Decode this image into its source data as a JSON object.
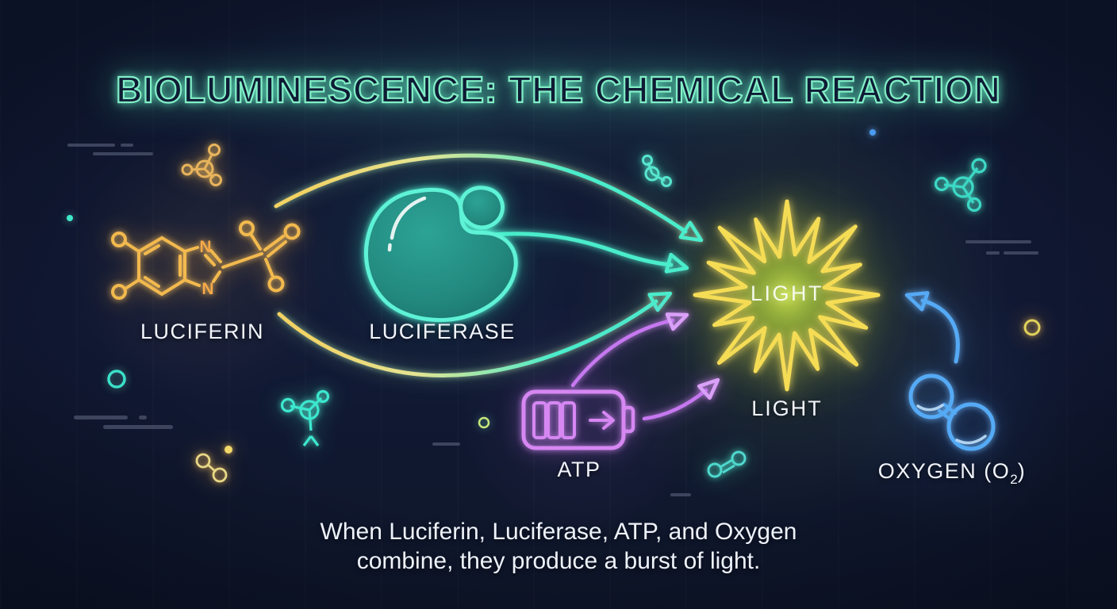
{
  "title": "BIOLUMINESCENCE: THE CHEMICAL REACTION",
  "labels": {
    "luciferin": "LUCIFERIN",
    "luciferase": "LUCIFERASE",
    "atp": "ATP",
    "oxygen_prefix": "OXYGEN (O",
    "oxygen_sub": "2",
    "oxygen_suffix": ")",
    "light_center": "LIGHT",
    "light_below": "LIGHT"
  },
  "molecule": {
    "nitrogen": "N"
  },
  "caption": {
    "line1": "When Luciferin, Luciferase, ATP, and Oxygen",
    "line2": "combine, they produce a burst of light."
  },
  "colors": {
    "background": "#111a33",
    "title_neon": "#82eec6",
    "luciferin_amber": "#f2b94e",
    "luciferase_teal_stroke": "#5ef2d6",
    "luciferase_teal_fill": "#238a81",
    "atp_purple": "#d687f2",
    "oxygen_blue": "#55aaf5",
    "burst_yellow": "#f5dc55",
    "burst_core_green": "#b4cf3e",
    "arrow_teal": "#4aeccb",
    "arrow_purple": "#c678f0",
    "label_white": "#f2f5fc"
  }
}
